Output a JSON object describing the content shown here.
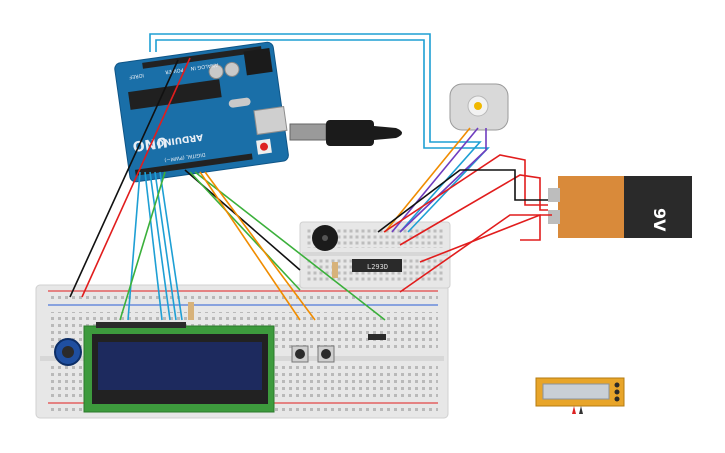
{
  "arduino": {
    "model": "UNO",
    "brand": "ARDUINO",
    "digital_label": "DIGITAL (PWM~)",
    "power_label": "POWER",
    "analog_label": "ANALOG IN",
    "ioref_label": "IOREF"
  },
  "battery": {
    "label": "9V"
  },
  "driver_ic": {
    "label": "L293D"
  },
  "colors": {
    "red": "#e11d1d",
    "black": "#111111",
    "blue": "#1e9fd4",
    "green": "#3bb03b",
    "orange": "#f08c00",
    "purple": "#6f3dbf",
    "arduino_board": "#1a6fa8",
    "breadboard": "#e9e9e9",
    "lcd_board": "#3d9b3d",
    "lcd_screen": "#1d2a5e",
    "battery_black": "#2a2a2a",
    "battery_copper": "#d98a3a"
  },
  "icons": [
    "usb-cable-icon",
    "potentiometer-icon",
    "buzzer-icon",
    "pushbutton-icon",
    "motor-icon",
    "battery-icon",
    "temperature-sensor-icon"
  ]
}
